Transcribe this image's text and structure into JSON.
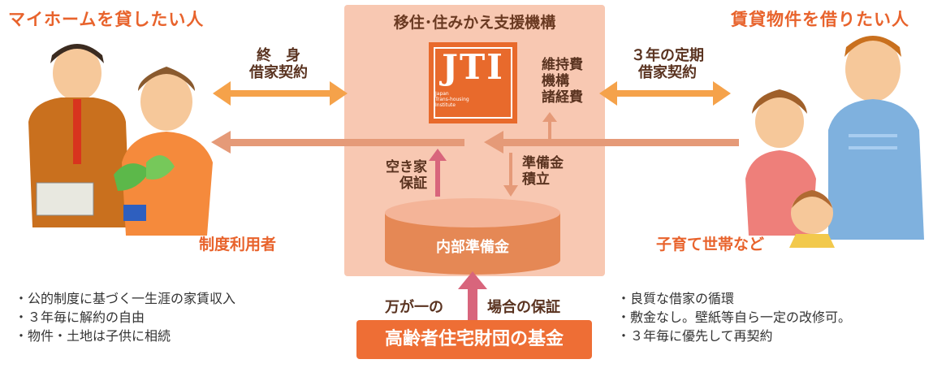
{
  "left_title": "マイホームを貸したい人",
  "right_title": "賃貸物件を借りたい人",
  "center_title": "移住･住みかえ支援機構",
  "logo": {
    "mark": "JTI",
    "subtitle_lines": [
      "Japan",
      "Trans-housing",
      "Institute"
    ]
  },
  "left_contract": [
    "終　身",
    "借家契約"
  ],
  "right_contract": [
    "３年の定期",
    "借家契約"
  ],
  "maintenance": [
    "維持費",
    "機構",
    "諸経費"
  ],
  "vacancy_guarantee": [
    "空き家",
    "保証"
  ],
  "reserve_accumulation": [
    "準備金",
    "積立"
  ],
  "reserve_fund": "内部準備金",
  "emergency_guarantee": [
    "万が一の",
    "場合の保証"
  ],
  "fund": "高齢者住宅財団の基金",
  "left_user_label": "制度利用者",
  "right_user_label": "子育て世帯など",
  "left_bullets": [
    "・公的制度に基づく一生涯の家賃収入",
    "・３年毎に解約の自由",
    "・物件・土地は子供に相続"
  ],
  "right_bullets": [
    "・良質な借家の循環",
    "・敷金なし。壁紙等自ら一定の改修可。",
    "・３年毎に優先して再契約"
  ],
  "colors": {
    "accent": "#e8632c",
    "panel": "#f8c8b2",
    "arrow": "#f5a24a",
    "flow_arrow": "#e59a78",
    "guarantee_arrow": "#d8657c"
  }
}
